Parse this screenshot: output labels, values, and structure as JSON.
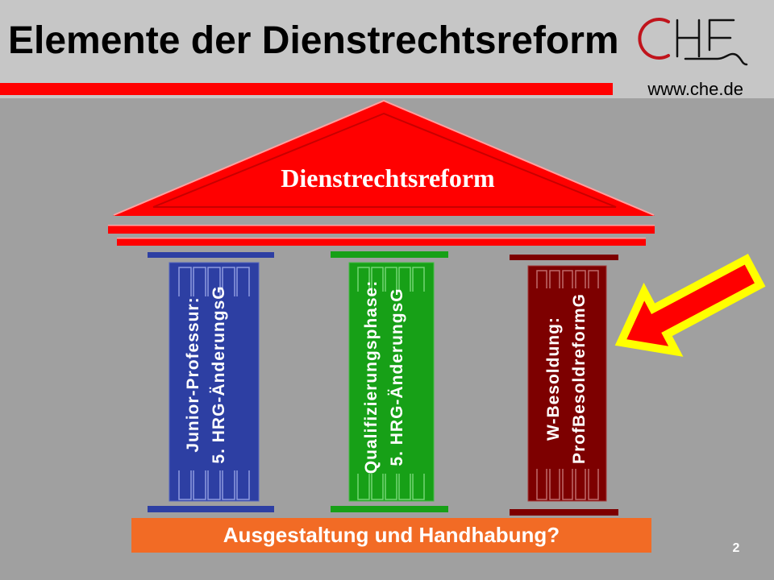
{
  "slide": {
    "title": "Elemente der Dienstrechtsreform",
    "website": "www.che.de",
    "page_number": "2"
  },
  "logo": {
    "text": "CHE",
    "icon": "che-logo-icon"
  },
  "diagram": {
    "roof": "Dienstrechtsreform",
    "pillars": [
      {
        "title": "Junior-Professur:",
        "law": "5. HRG-ÄnderungsG",
        "color": "#2d3fa3"
      },
      {
        "title": "Qualifizierungsphase:",
        "law": "5. HRG-ÄnderungsG",
        "color": "#17a017"
      },
      {
        "title": "W-Besoldung:",
        "law": "ProfBesoldreformG",
        "color": "#7d0000"
      }
    ],
    "foundation": "Ausgestaltung und Handhabung?",
    "highlight_arrow": {
      "icon": "arrow-down-left-icon",
      "fill": "#ff0000",
      "outline": "#ffff00"
    }
  },
  "colors": {
    "header_background": "#c6c6c6",
    "background": "#a0a0a0",
    "title_rule": "#ff0000",
    "roof": "#ff0000",
    "entablature": "#ff0000",
    "foundation": "#f26b25"
  }
}
